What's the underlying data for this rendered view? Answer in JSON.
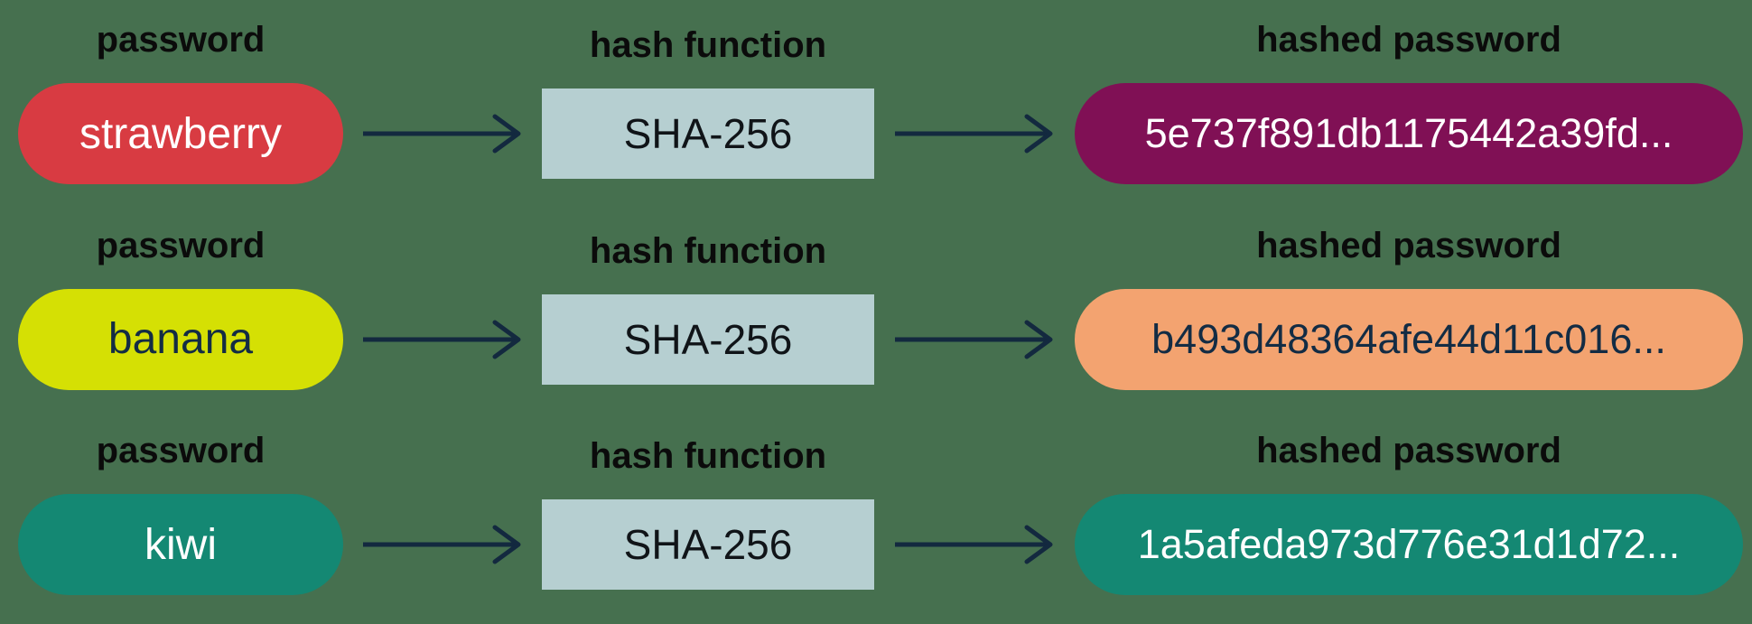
{
  "background_color": "#46704f",
  "arrow_color": "#13293f",
  "label_color": "#0b0b0b",
  "icons": {
    "arrow_right": "→"
  },
  "rows": [
    {
      "password_label": "password",
      "password_value": "strawberry",
      "password_bg": "#d83b42",
      "password_fg": "#ffffff",
      "hash_label": "hash function",
      "hash_name": "SHA-256",
      "hash_bg": "#b6cfd1",
      "hash_fg": "#101418",
      "hashed_label": "hashed password",
      "hashed_value": "5e737f891db1175442a39fd...",
      "hashed_bg": "#801055",
      "hashed_fg": "#ffffff"
    },
    {
      "password_label": "password",
      "password_value": "banana",
      "password_bg": "#d5e004",
      "password_fg": "#132c44",
      "hash_label": "hash function",
      "hash_name": "SHA-256",
      "hash_bg": "#b6cfd1",
      "hash_fg": "#101418",
      "hashed_label": "hashed password",
      "hashed_value": "b493d48364afe44d11c016...",
      "hashed_bg": "#f3a370",
      "hashed_fg": "#132c44"
    },
    {
      "password_label": "password",
      "password_value": "kiwi",
      "password_bg": "#148873",
      "password_fg": "#ffffff",
      "hash_label": "hash function",
      "hash_name": "SHA-256",
      "hash_bg": "#b6cfd1",
      "hash_fg": "#101418",
      "hashed_label": "hashed password",
      "hashed_value": "1a5afeda973d776e31d1d72...",
      "hashed_bg": "#148873",
      "hashed_fg": "#ffffff"
    }
  ]
}
